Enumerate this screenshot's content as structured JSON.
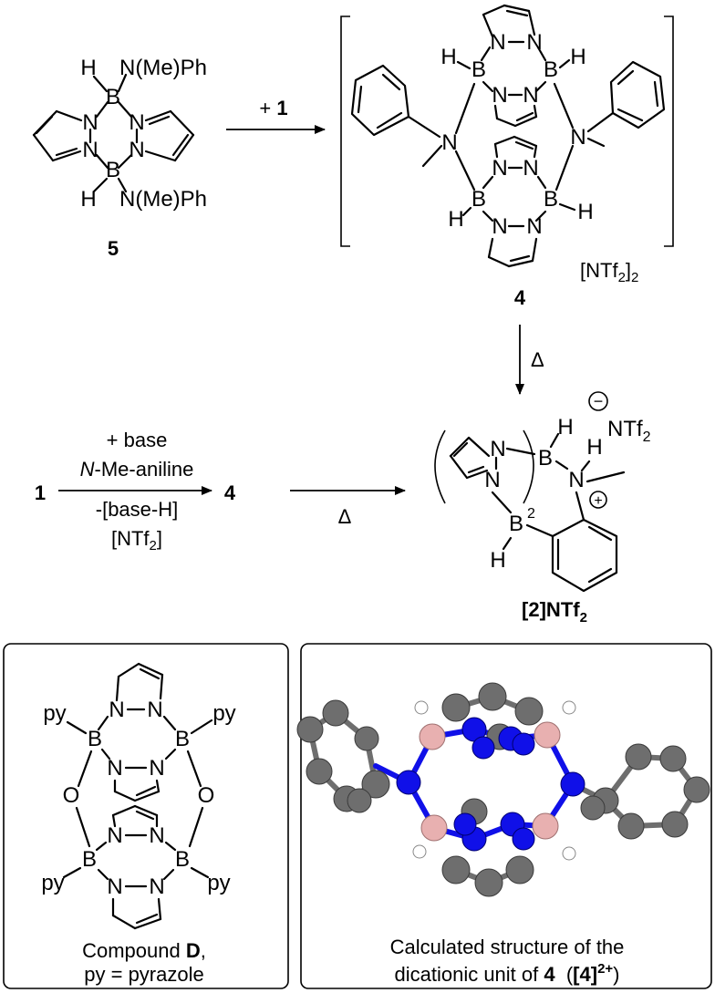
{
  "compound5": {
    "number": "5",
    "atoms": {
      "H": "H",
      "B": "B",
      "N": "N",
      "nmeph": "N(Me)Ph"
    }
  },
  "arrow1": {
    "reagent_prefix": "+ ",
    "reagent_bold": "1"
  },
  "compound4": {
    "number": "4",
    "counterion_main": "[NTf",
    "counterion_sub": "2",
    "counterion_close": "]",
    "counterion_sub2": "2"
  },
  "arrow_heat": {
    "label": "Δ"
  },
  "route": {
    "start": "1",
    "line1": "+ base",
    "line2_italic": "N",
    "line2_rest": "-Me-aniline",
    "line3": "-[base-H]",
    "line4_main": "[NTf",
    "line4_sub": "2",
    "line4_close": "]",
    "intermediate": "4",
    "heat": "Δ"
  },
  "product": {
    "name_main": "[2]NTf",
    "name_sub": "2",
    "anion_main": "NTf",
    "anion_sub": "2",
    "minus": "−",
    "plus": "+",
    "paren_sub": "2"
  },
  "panelD": {
    "caption_line1_prefix": "Compound ",
    "caption_line1_bold": "D",
    "caption_line1_suffix": ",",
    "caption_line2": "py = pyrazole",
    "atoms": {
      "py": "py",
      "B": "B",
      "O": "O",
      "N": "N"
    }
  },
  "panelCalc": {
    "caption_line1": "Calculated structure of the",
    "caption_line2_prefix": "dicationic unit of ",
    "caption_line2_bold": "4",
    "caption_line2_paren_open": "  (",
    "caption_line2_label": "[4]",
    "caption_line2_sup": "2+",
    "caption_line2_paren_close": ")"
  },
  "colors": {
    "carbon": "#6e6e6e",
    "nitrogen": "#1010e8",
    "boron": "#e8b0b0",
    "hydrogen": "#ffffff"
  }
}
